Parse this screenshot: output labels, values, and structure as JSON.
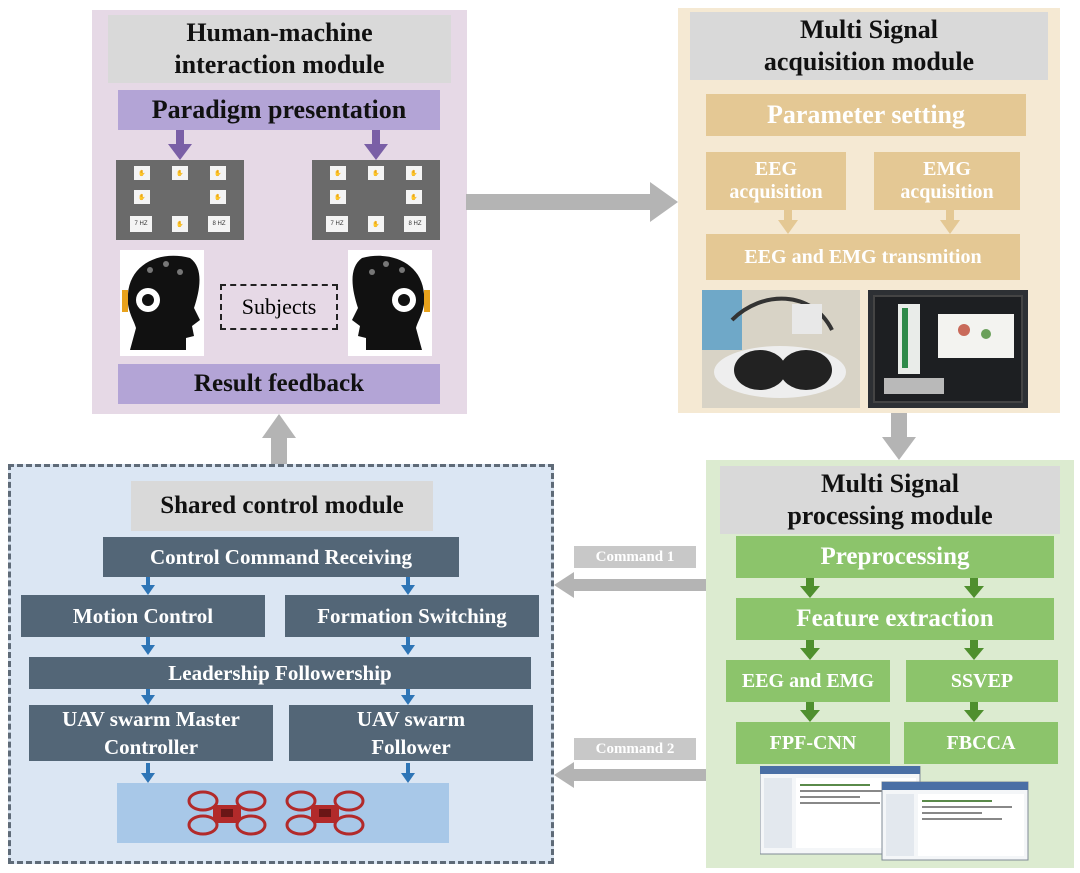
{
  "hmi": {
    "title": "Human-machine interaction module",
    "paradigm": "Paradigm presentation",
    "screen_labels": [
      "7 HZ",
      "8 HZ",
      "7 HZ",
      "8 HZ"
    ],
    "subjects": "Subjects",
    "feedback": "Result feedback"
  },
  "acq": {
    "title_line1": "Multi Signal",
    "title_line2": "acquisition module",
    "param": "Parameter setting",
    "eeg_line1": "EEG",
    "eeg_line2": "acquisition",
    "emg_line1": "EMG",
    "emg_line2": "acquisition",
    "transmit": "EEG and EMG transmition"
  },
  "proc": {
    "title_line1": "Multi Signal",
    "title_line2": "processing module",
    "preprocessing": "Preprocessing",
    "feature": "Feature extraction",
    "eeg_emg": "EEG and EMG",
    "ssvep": "SSVEP",
    "fpf": "FPF-CNN",
    "fbcca": "FBCCA"
  },
  "shared": {
    "title": "Shared control module",
    "receive": "Control Command Receiving",
    "motion": "Motion Control",
    "formation": "Formation Switching",
    "leader": "Leadership Followership",
    "master_line1": "UAV swarm Master",
    "master_line2": "Controller",
    "follower_line1": "UAV swarm",
    "follower_line2": "Follower"
  },
  "arrows": {
    "command1": "Command 1",
    "command2": "Command 2"
  },
  "colors": {
    "hmi_bg": "#e6d9e6",
    "acq_bg": "#f5e9d3",
    "proc_bg": "#dcebd0",
    "shared_bg": "#dbe6f3",
    "purple": "#b3a4d6",
    "tan": "#e4c894",
    "green": "#8cc46b",
    "slate": "#536677",
    "flow_arrow": "#b4b4b4"
  }
}
